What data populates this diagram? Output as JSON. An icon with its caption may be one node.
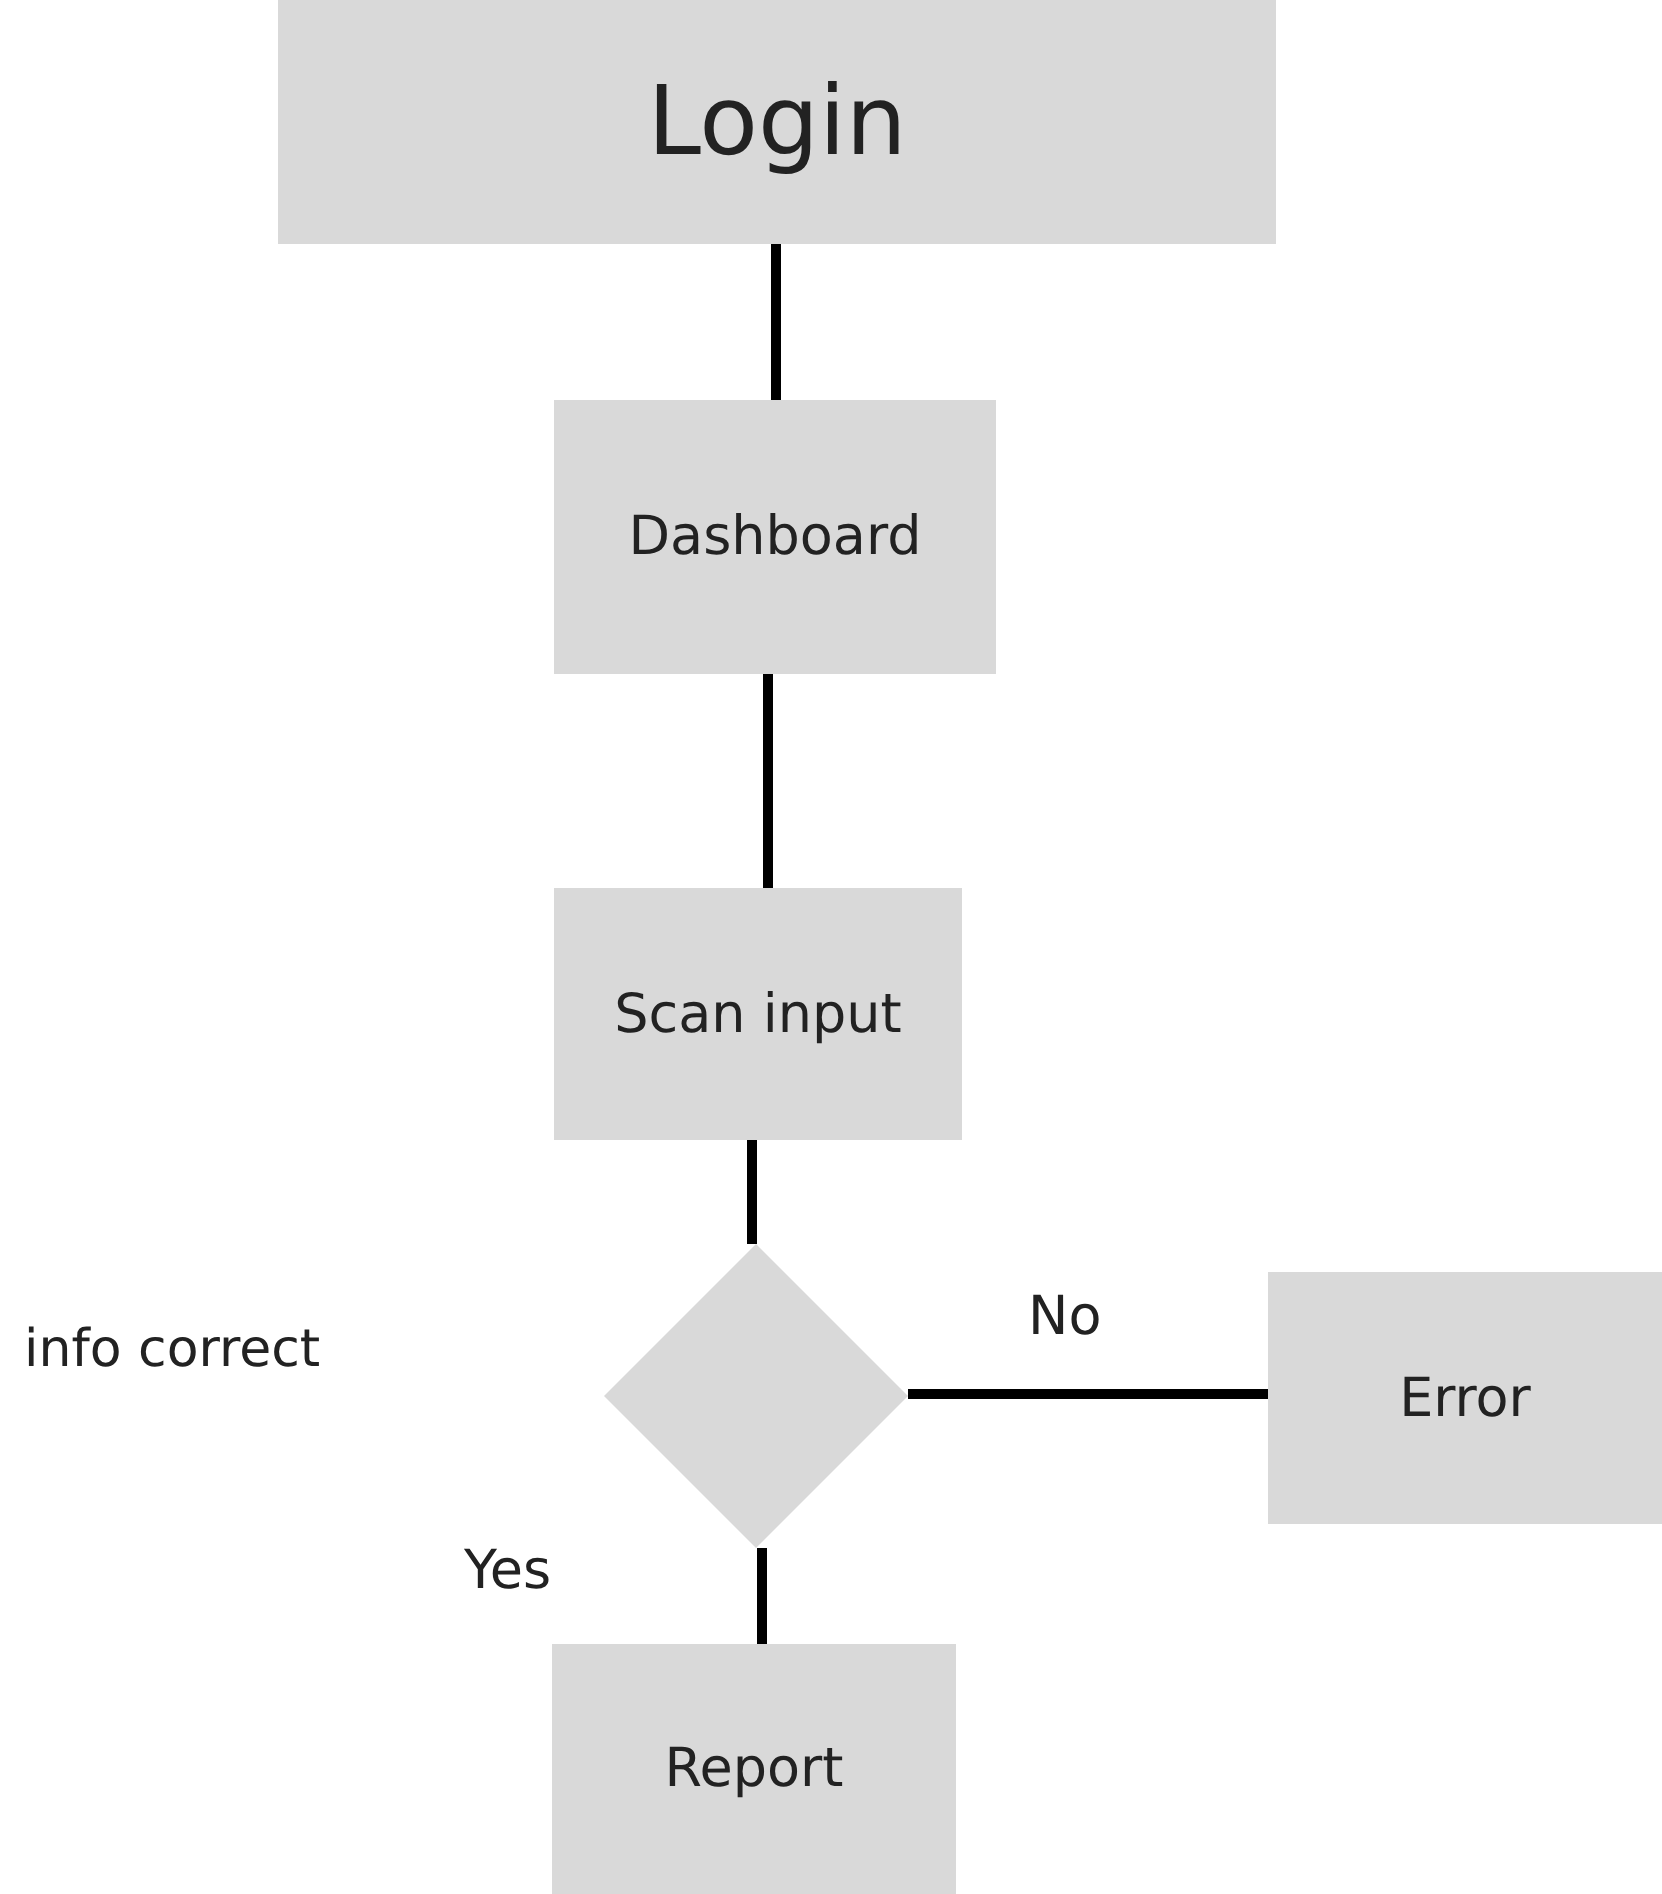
{
  "diagram": {
    "nodes": [
      {
        "text": [
          "Login"
        ]
      },
      {
        "text": [
          "Dashboard"
        ]
      },
      {
        "text": [
          "Scan input"
        ]
      },
      {
        "text": [],
        "shape": "diamond"
      },
      {
        "text": [
          "Error"
        ]
      },
      {
        "text": [
          "Report"
        ]
      }
    ],
    "edges": [
      {
        "from": 0,
        "to": 1,
        "arrow": "none"
      },
      {
        "from": 1,
        "to": 2,
        "arrow": "none"
      },
      {
        "from": 2,
        "to": 3,
        "arrow": "none"
      },
      {
        "from": 3,
        "to": 4,
        "label": "No",
        "arrow": "none"
      },
      {
        "from": 3,
        "to": 5,
        "label": "Yes",
        "arrow": "none"
      }
    ],
    "labels": [
      "info correct"
    ]
  }
}
